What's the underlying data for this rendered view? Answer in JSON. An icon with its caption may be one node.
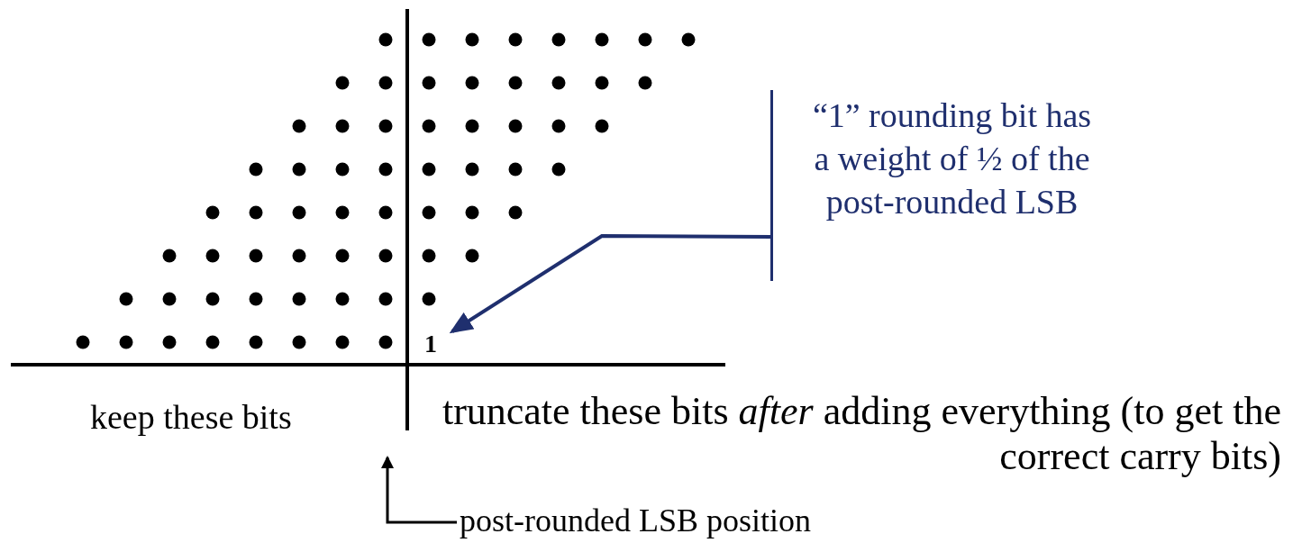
{
  "diagram": {
    "nodes": [
      {
        "text": [
          "“1” rounding bit has a weight of ½ of the post-rounded LSB"
        ]
      },
      {
        "text": [
          "1"
        ]
      },
      {
        "text": [
          "post-rounded LSB position"
        ]
      }
    ],
    "edges": [
      {
        "from": 0,
        "to": 1,
        "arrow": "to"
      },
      {
        "from": 2,
        "to": null,
        "arrow": "to",
        "color": "#000000"
      }
    ],
    "labels": [
      "keep these bits",
      "truncate these bits *after* adding everything (to get the correct carry bits)"
    ]
  }
}
